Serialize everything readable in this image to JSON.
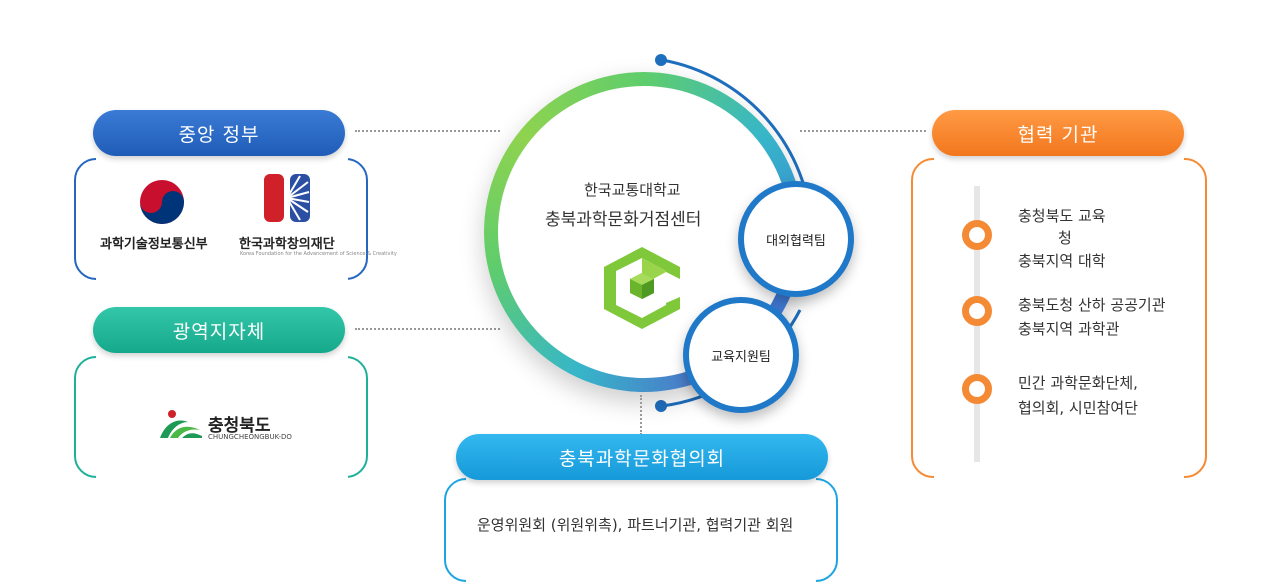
{
  "central_gov": {
    "title": "중앙 정부",
    "logo1_text": "과학기술정보통신부",
    "logo2_text": "한국과학창의재단",
    "logo2_sub": "Korea Foundation for the Advancement of Science & Creativity"
  },
  "local_gov": {
    "title": "광역지자체",
    "logo_text": "충청북도",
    "logo_sub": "CHUNGCHEONGBUK-DO"
  },
  "center": {
    "line1": "한국교통대학교",
    "line2": "충북과학문화거점센터",
    "team1": "대외협력팀",
    "team2": "교육지원팀"
  },
  "council": {
    "title": "충북과학문화협의회",
    "desc": "운영위원회 (위원위촉), 파트너기관, 협력기관 회원"
  },
  "partners": {
    "title": "협력 기관",
    "items": [
      {
        "line1": "충청북도 교육",
        "line2": "청",
        "line3": "충북지역 대학"
      },
      {
        "line1": "충북도청 산하 공공기관",
        "line2": "충북지역 과학관"
      },
      {
        "line1": "민간 과학문화단체,",
        "line2": "협의회, 시민참여단"
      }
    ]
  },
  "colors": {
    "blue": "#2466c0",
    "teal": "#1fb197",
    "sky": "#1ea4e0",
    "orange": "#f58a35",
    "green": "#5fcd6c"
  }
}
